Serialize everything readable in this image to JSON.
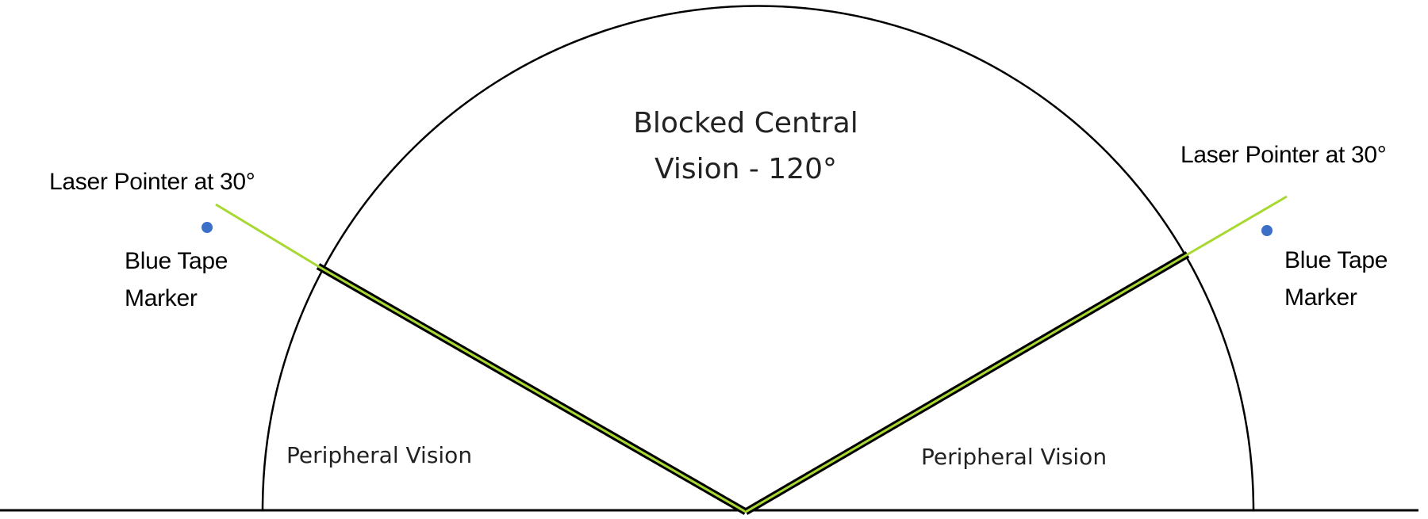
{
  "title": {
    "line1": "Blocked Central",
    "line2": "Vision - 120°"
  },
  "left": {
    "laser_label": "Laser Pointer at 30°",
    "tape_label_line1": "Blue Tape",
    "tape_label_line2": "Marker",
    "peripheral_label": "Peripheral Vision"
  },
  "right": {
    "laser_label": "Laser Pointer at 30°",
    "tape_label_line1": "Blue Tape",
    "tape_label_line2": "Marker",
    "peripheral_label": "Peripheral Vision"
  },
  "colors": {
    "outline": "#000000",
    "laser": "#a8d832",
    "tape_marker": "#3b6fc8"
  }
}
